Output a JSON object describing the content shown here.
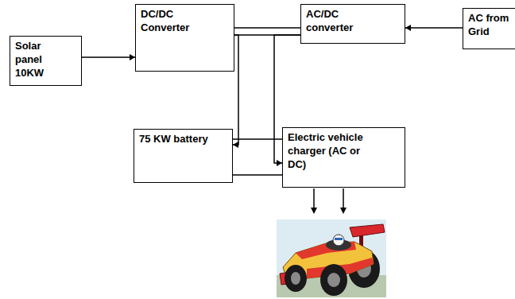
{
  "diagram": {
    "nodes": [
      {
        "text": [
          "Solar panel 10KW"
        ]
      },
      {
        "text": [
          "DC/DC Converter"
        ]
      },
      {
        "text": [
          "AC/DC converter"
        ]
      },
      {
        "text": [
          "AC from Grid"
        ]
      },
      {
        "text": [
          "75 KW battery"
        ]
      },
      {
        "text": [
          "Electric vehicle charger (AC or DC)"
        ]
      }
    ],
    "edges": [
      {
        "from": 0,
        "to": 1,
        "arrow": "to"
      },
      {
        "from": 3,
        "to": 2,
        "arrow": "to"
      },
      {
        "from": 1,
        "to": 2,
        "arrow": "none"
      },
      {
        "from": 1,
        "to": 4,
        "arrow": "to"
      },
      {
        "from": 2,
        "to": 5,
        "arrow": "to"
      },
      {
        "from": 4,
        "to": 5,
        "arrow": "none"
      }
    ]
  }
}
